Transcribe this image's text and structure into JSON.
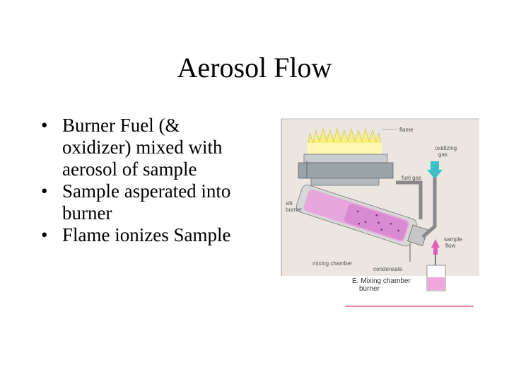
{
  "slide": {
    "title": "Aerosol Flow",
    "bullets": [
      "Burner Fuel (& oxidizer) mixed with aerosol of sample",
      "Sample asperated into burner",
      "Flame ionizes Sample"
    ],
    "bullet_glyph": "•"
  },
  "figure": {
    "labels": {
      "flame": "flame",
      "oxidizing_gas_1": "oxidizing",
      "oxidizing_gas_2": "gas",
      "fuel_gas": "fuel gas",
      "slit_burner_1": "slit",
      "slit_burner_2": "burner",
      "sample_flow_1": "sample",
      "sample_flow_2": "flow",
      "mixing_chamber": "mixing chamber",
      "condensate": "condensate"
    },
    "caption_line1": "E. Mixing chamber",
    "caption_line2": "burner",
    "colors": {
      "flame": "#f7f07a",
      "burner_body": "#9aa3a8",
      "chamber": "#d98ad0",
      "oxidizer_arrow": "#3cc0c8",
      "sample_arrow": "#e060b8",
      "frame": "#e7e2db",
      "accent_line": "#d0607a"
    }
  }
}
